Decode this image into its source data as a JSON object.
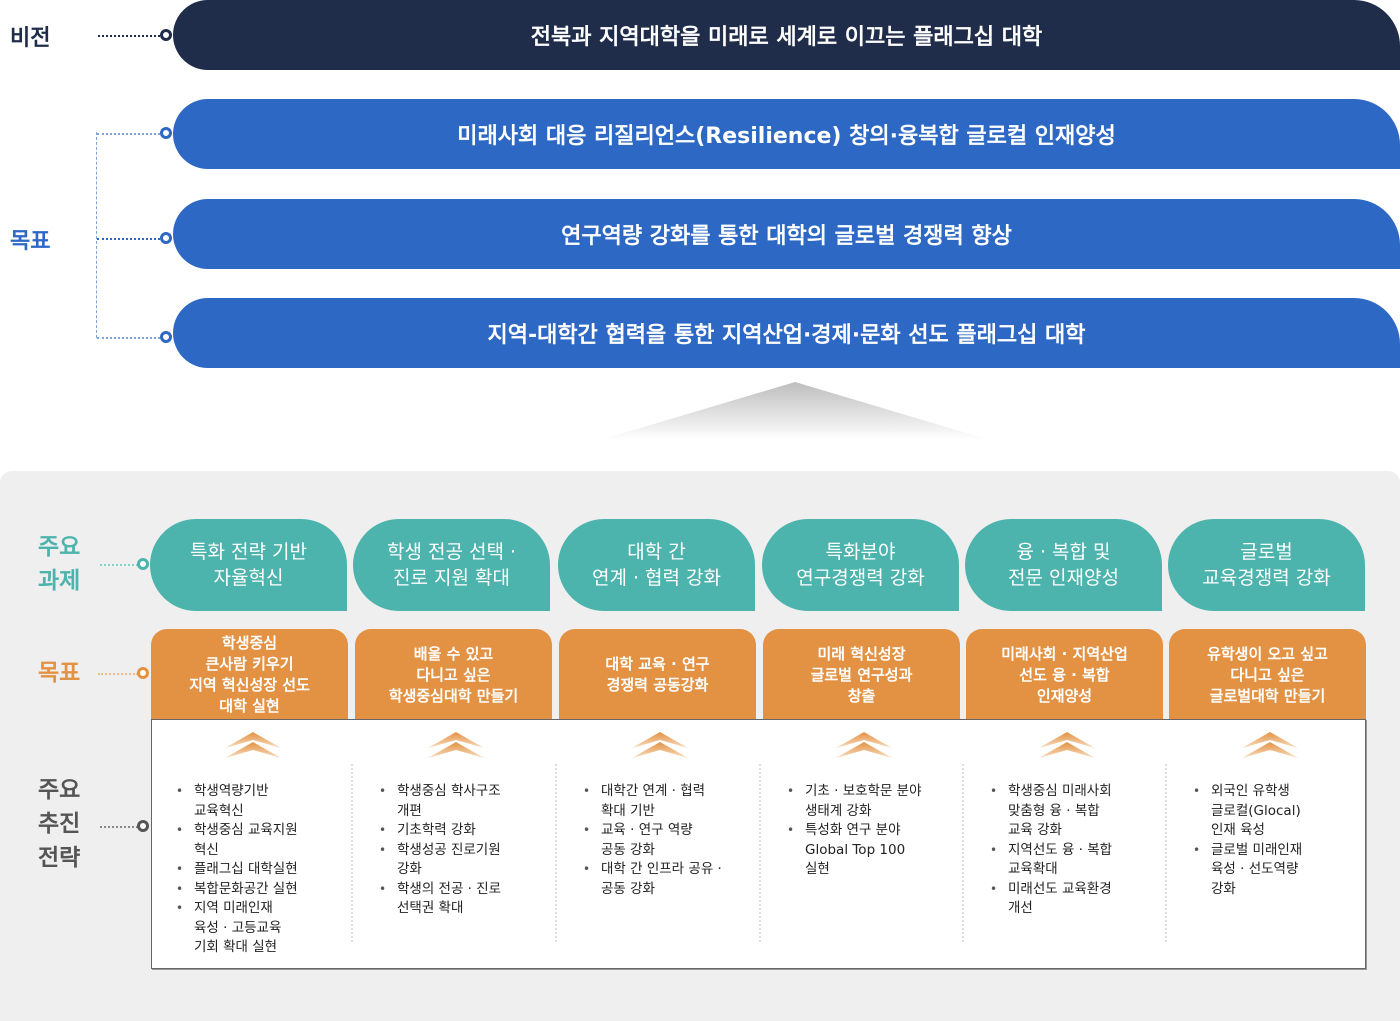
{
  "vision": {
    "label": "비전",
    "text": "전북과 지역대학을 미래로 세계로 이끄는 플래그십 대학"
  },
  "goals": {
    "label": "목표",
    "items": [
      "미래사회 대응 리질리언스(Resilience) 창의·융복합 글로컬 인재양성",
      "연구역량 강화를 통한 대학의 글로벌 경쟁력 향상",
      "지역-대학간 협력을 통한 지역산업·경제·문화 선도 플래그십 대학"
    ]
  },
  "rows": {
    "task_label": "주요\n과제",
    "target_label": "목표",
    "strategy_label": "주요\n추진\n전략"
  },
  "columns": [
    {
      "task": "특화 전략 기반\n자율혁신",
      "target": "학생중심\n큰사람 키우기\n지역 혁신성장 선도\n대학 실현",
      "strategies": [
        "학생역량기반\n교육혁신",
        "학생중심 교육지원\n혁신",
        "플래그십 대학실현",
        "복합문화공간 실현",
        "지역 미래인재\n육성 · 고등교육\n기회 확대 실현"
      ]
    },
    {
      "task": "학생 전공 선택 ·\n진로 지원 확대",
      "target": "배울 수 있고\n다니고 싶은\n학생중심대학 만들기",
      "strategies": [
        "학생중심 학사구조\n개편",
        "기초학력 강화",
        "학생성공 진로기원\n강화",
        "학생의 전공 · 진로\n선택권 확대"
      ]
    },
    {
      "task": "대학 간\n연계 · 협력 강화",
      "target": "대학 교육 · 연구\n경쟁력 공동강화",
      "strategies": [
        "대학간 연계 · 협력\n확대 기반",
        "교육 · 연구 역량\n공동 강화",
        "대학 간 인프라 공유 ·\n공동 강화"
      ]
    },
    {
      "task": "특화분야\n연구경쟁력 강화",
      "target": "미래 혁신성장\n글로벌 연구성과\n창출",
      "strategies": [
        "기초 · 보호학문 분야\n생태계 강화",
        "특성화 연구 분야\nGlobal Top 100\n실현"
      ]
    },
    {
      "task": "융 · 복합 및\n전문 인재양성",
      "target": "미래사회 · 지역산업\n선도 융 · 복합\n인재양성",
      "strategies": [
        "학생중심 미래사회\n맞춤형 융 · 복합\n교육 강화",
        "지역선도 융 · 복합\n교육확대",
        "미래선도 교육환경\n개선"
      ]
    },
    {
      "task": "글로벌\n교육경쟁력 강화",
      "target": "유학생이 오고 싶고\n다니고 싶은\n글로벌대학 만들기",
      "strategies": [
        "외국인 유학생\n글로컬(Glocal)\n인재 육성",
        "글로벌 미래인재\n육성 · 선도역량\n강화"
      ]
    }
  ],
  "colors": {
    "vision": "#1f2d4a",
    "goal": "#2d68c4",
    "task": "#4db3ad",
    "target": "#e39243",
    "panel": "#efefef"
  }
}
